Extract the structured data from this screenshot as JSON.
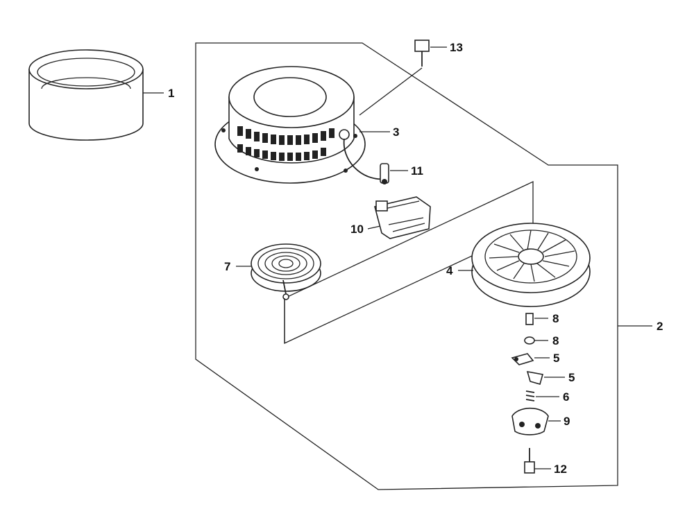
{
  "diagram": {
    "title": "",
    "callouts": [
      {
        "id": "c1",
        "label": "1"
      },
      {
        "id": "c2",
        "label": "2"
      },
      {
        "id": "c3",
        "label": "3"
      },
      {
        "id": "c4",
        "label": "4"
      },
      {
        "id": "c5a",
        "label": "5"
      },
      {
        "id": "c5b",
        "label": "5"
      },
      {
        "id": "c6",
        "label": "6"
      },
      {
        "id": "c7",
        "label": "7"
      },
      {
        "id": "c8a",
        "label": "8"
      },
      {
        "id": "c8b",
        "label": "8"
      },
      {
        "id": "c9",
        "label": "9"
      },
      {
        "id": "c10",
        "label": "10"
      },
      {
        "id": "c11",
        "label": "11"
      },
      {
        "id": "c12",
        "label": "12"
      },
      {
        "id": "c13",
        "label": "13"
      }
    ]
  }
}
